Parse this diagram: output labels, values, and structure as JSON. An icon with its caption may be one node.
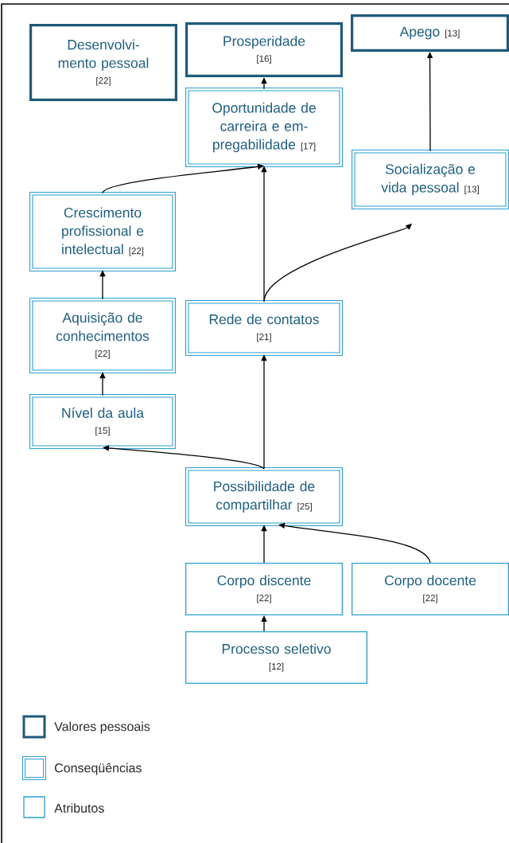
{
  "diagram": {
    "nodes": [
      {
        "text": [
          "Desenvolvi- mento pessoal",
          "[22]"
        ]
      },
      {
        "text": [
          "Prosperidade",
          "[16]"
        ]
      },
      {
        "text": [
          "Apego",
          "[13]"
        ]
      },
      {
        "text": [
          "Oportunidade de carreira e em- pregabilidade",
          "[17]"
        ]
      },
      {
        "text": [
          "Socialização e vida pessoal",
          "[13]"
        ]
      },
      {
        "text": [
          "Crescimento profissional e intelectual",
          "[22]"
        ]
      },
      {
        "text": [
          "Aquisição de conhecimentos",
          "[22]"
        ]
      },
      {
        "text": [
          "Rede de contatos",
          "[21]"
        ]
      },
      {
        "text": [
          "Nível da aula",
          "[15]"
        ]
      },
      {
        "text": [
          "Possibilidade de compartilhar",
          "[25]"
        ]
      },
      {
        "text": [
          "Corpo discente",
          "[22]"
        ]
      },
      {
        "text": [
          "Corpo docente",
          "[22]"
        ]
      },
      {
        "text": [
          "Processo seletivo",
          "[12]"
        ]
      }
    ],
    "edges": [
      {
        "from": 3,
        "to": 1,
        "arrow": "to"
      },
      {
        "from": 4,
        "to": 2,
        "arrow": "to"
      },
      {
        "from": 5,
        "to": 3,
        "arrow": "to"
      },
      {
        "from": 7,
        "to": 3,
        "arrow": "to"
      },
      {
        "from": 7,
        "to": 4,
        "arrow": "to"
      },
      {
        "from": 6,
        "to": 5,
        "arrow": "to"
      },
      {
        "from": 8,
        "to": 6,
        "arrow": "to"
      },
      {
        "from": 9,
        "to": 8,
        "arrow": "to"
      },
      {
        "from": 9,
        "to": 7,
        "arrow": "to"
      },
      {
        "from": 10,
        "to": 9,
        "arrow": "to"
      },
      {
        "from": 11,
        "to": 9,
        "arrow": "to"
      },
      {
        "from": 12,
        "to": 10,
        "arrow": "to"
      }
    ],
    "legend": [
      {
        "text": "Valores pessoais"
      },
      {
        "text": "Conseqüências"
      },
      {
        "text": "Atributos"
      }
    ]
  }
}
